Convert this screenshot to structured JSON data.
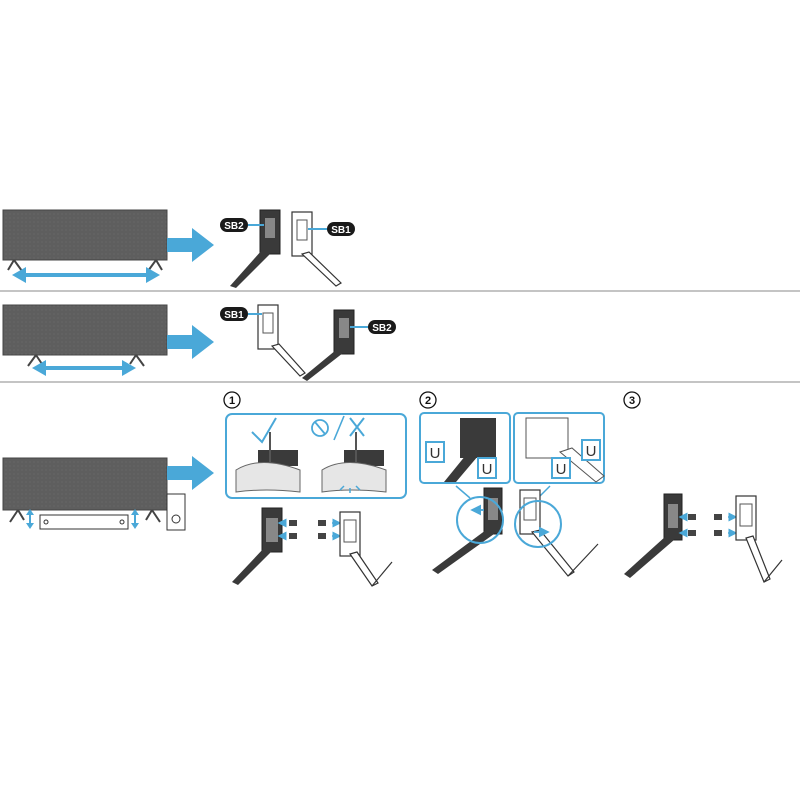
{
  "labels": {
    "sb1": "SB1",
    "sb2": "SB2",
    "u": "U"
  },
  "steps": [
    "1",
    "2",
    "3"
  ],
  "colors": {
    "accent": "#4aa8d8",
    "tv_screen": "#5e5e5e",
    "stand_dark": "#3a3a3a",
    "tag_bg": "#1a1a1a",
    "divider": "#8a8a8a"
  },
  "icons": {
    "ok": "check-icon",
    "ng": "prohibited-icon",
    "ng_alt": "cross-icon",
    "arrow": "right-arrow-icon",
    "width": "double-arrow-icon"
  }
}
